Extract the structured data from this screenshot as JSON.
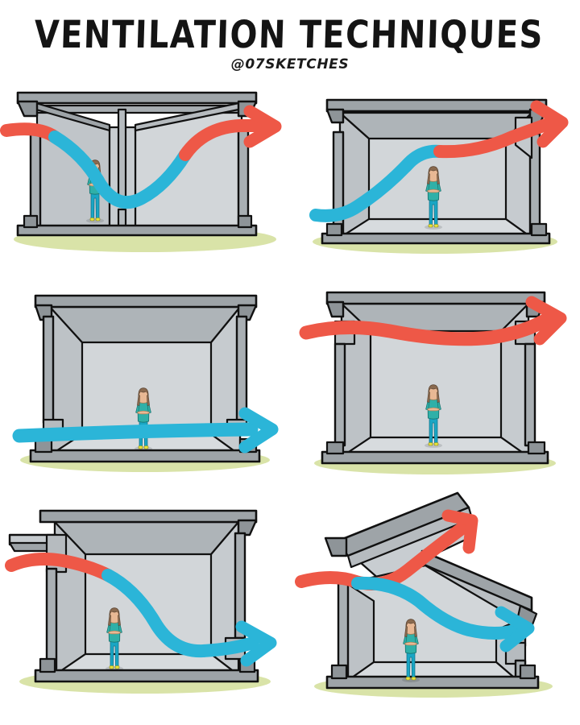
{
  "header": {
    "title": "VENTILATION TECHNIQUES",
    "handle": "@07SKETCHES"
  },
  "palette": {
    "background": "#ffffff",
    "ink": "#111111",
    "warm_air": "#ee5847",
    "cool_air": "#2bb5d8",
    "slab_grey": "#9ea4a8",
    "wall_light": "#d7dbde",
    "wall_mid": "#c2c7cb",
    "wall_shadow": "#b0b6ba",
    "ground_shadow": "#d9e3a8",
    "skin": "#e8b894",
    "hair": "#8a6a4f",
    "shirt": "#2fb0a8",
    "pants": "#1aa6c4",
    "shoes": "#e8e23c"
  },
  "figure": {
    "description": "Woman standing with arms crossed",
    "hair": "brown long hair",
    "top": "teal short-sleeve shirt",
    "bottom": "blue-teal trousers",
    "shoes": "yellow shoes"
  },
  "panels": [
    {
      "id": "panel-1",
      "position": "row1-left",
      "name": "cross-ventilation-with-internal-partition",
      "arrows": [
        {
          "name": "warm-inlet-arrow",
          "color": "#ee5847",
          "role": "warm air enters high on the left"
        },
        {
          "name": "cool-flow-arrow",
          "color": "#2bb5d8",
          "role": "cooled air dips low through partition opening past the occupant"
        },
        {
          "name": "warm-outlet-arrow",
          "color": "#ee5847",
          "role": "warmed air rises and exits high on the right"
        }
      ],
      "features": [
        "flat roof slab",
        "internal partition wall",
        "low partition opening",
        "raised floor slab"
      ]
    },
    {
      "id": "panel-2",
      "position": "row1-right",
      "name": "low-inlet-high-outlet-stack-ventilation",
      "arrows": [
        {
          "name": "cool-inlet-arrow",
          "color": "#2bb5d8",
          "role": "cool air enters low on the left"
        },
        {
          "name": "warm-outlet-arrow",
          "color": "#ee5847",
          "role": "air warms, rises diagonally and exits high on the right"
        }
      ],
      "features": [
        "flat roof slab",
        "low left opening",
        "high right opening",
        "raised floor slab"
      ]
    },
    {
      "id": "panel-3",
      "position": "row2-left",
      "name": "low-level-cross-ventilation",
      "arrows": [
        {
          "name": "cool-flow-arrow",
          "color": "#2bb5d8",
          "role": "cool air sweeps straight through at floor level past the occupant"
        }
      ],
      "features": [
        "flat roof slab",
        "low openings both sides",
        "raised floor slab"
      ]
    },
    {
      "id": "panel-4",
      "position": "row2-right",
      "name": "high-level-cross-ventilation",
      "arrows": [
        {
          "name": "warm-flow-arrow",
          "color": "#ee5847",
          "role": "warm air passes high above the occupant and exits right"
        }
      ],
      "features": [
        "flat roof slab",
        "high openings both sides",
        "occupant below airstream"
      ]
    },
    {
      "id": "panel-5",
      "position": "row3-left",
      "name": "shaded-high-inlet-low-outlet",
      "arrows": [
        {
          "name": "warm-inlet-arrow",
          "color": "#ee5847",
          "role": "warm air enters high under the shading canopy"
        },
        {
          "name": "cool-downflow-arrow",
          "color": "#2bb5d8",
          "role": "air cools, descends past the occupant and exits low right"
        }
      ],
      "features": [
        "horizontal shading canopy / awning",
        "flat roof slab",
        "high left opening",
        "low right opening"
      ]
    },
    {
      "id": "panel-6",
      "position": "row3-right",
      "name": "clerestory-roof-split-flow",
      "arrows": [
        {
          "name": "warm-exhaust-arrow",
          "color": "#ee5847",
          "role": "warm air rises up the sloped clerestory and exhausts at the ridge"
        },
        {
          "name": "cool-room-arrow",
          "color": "#2bb5d8",
          "role": "cool air curves down through the living space and exits low right"
        }
      ],
      "features": [
        "steep mono-pitch clerestory roof",
        "secondary lower roof",
        "high inlet",
        "low right outlet"
      ]
    }
  ]
}
